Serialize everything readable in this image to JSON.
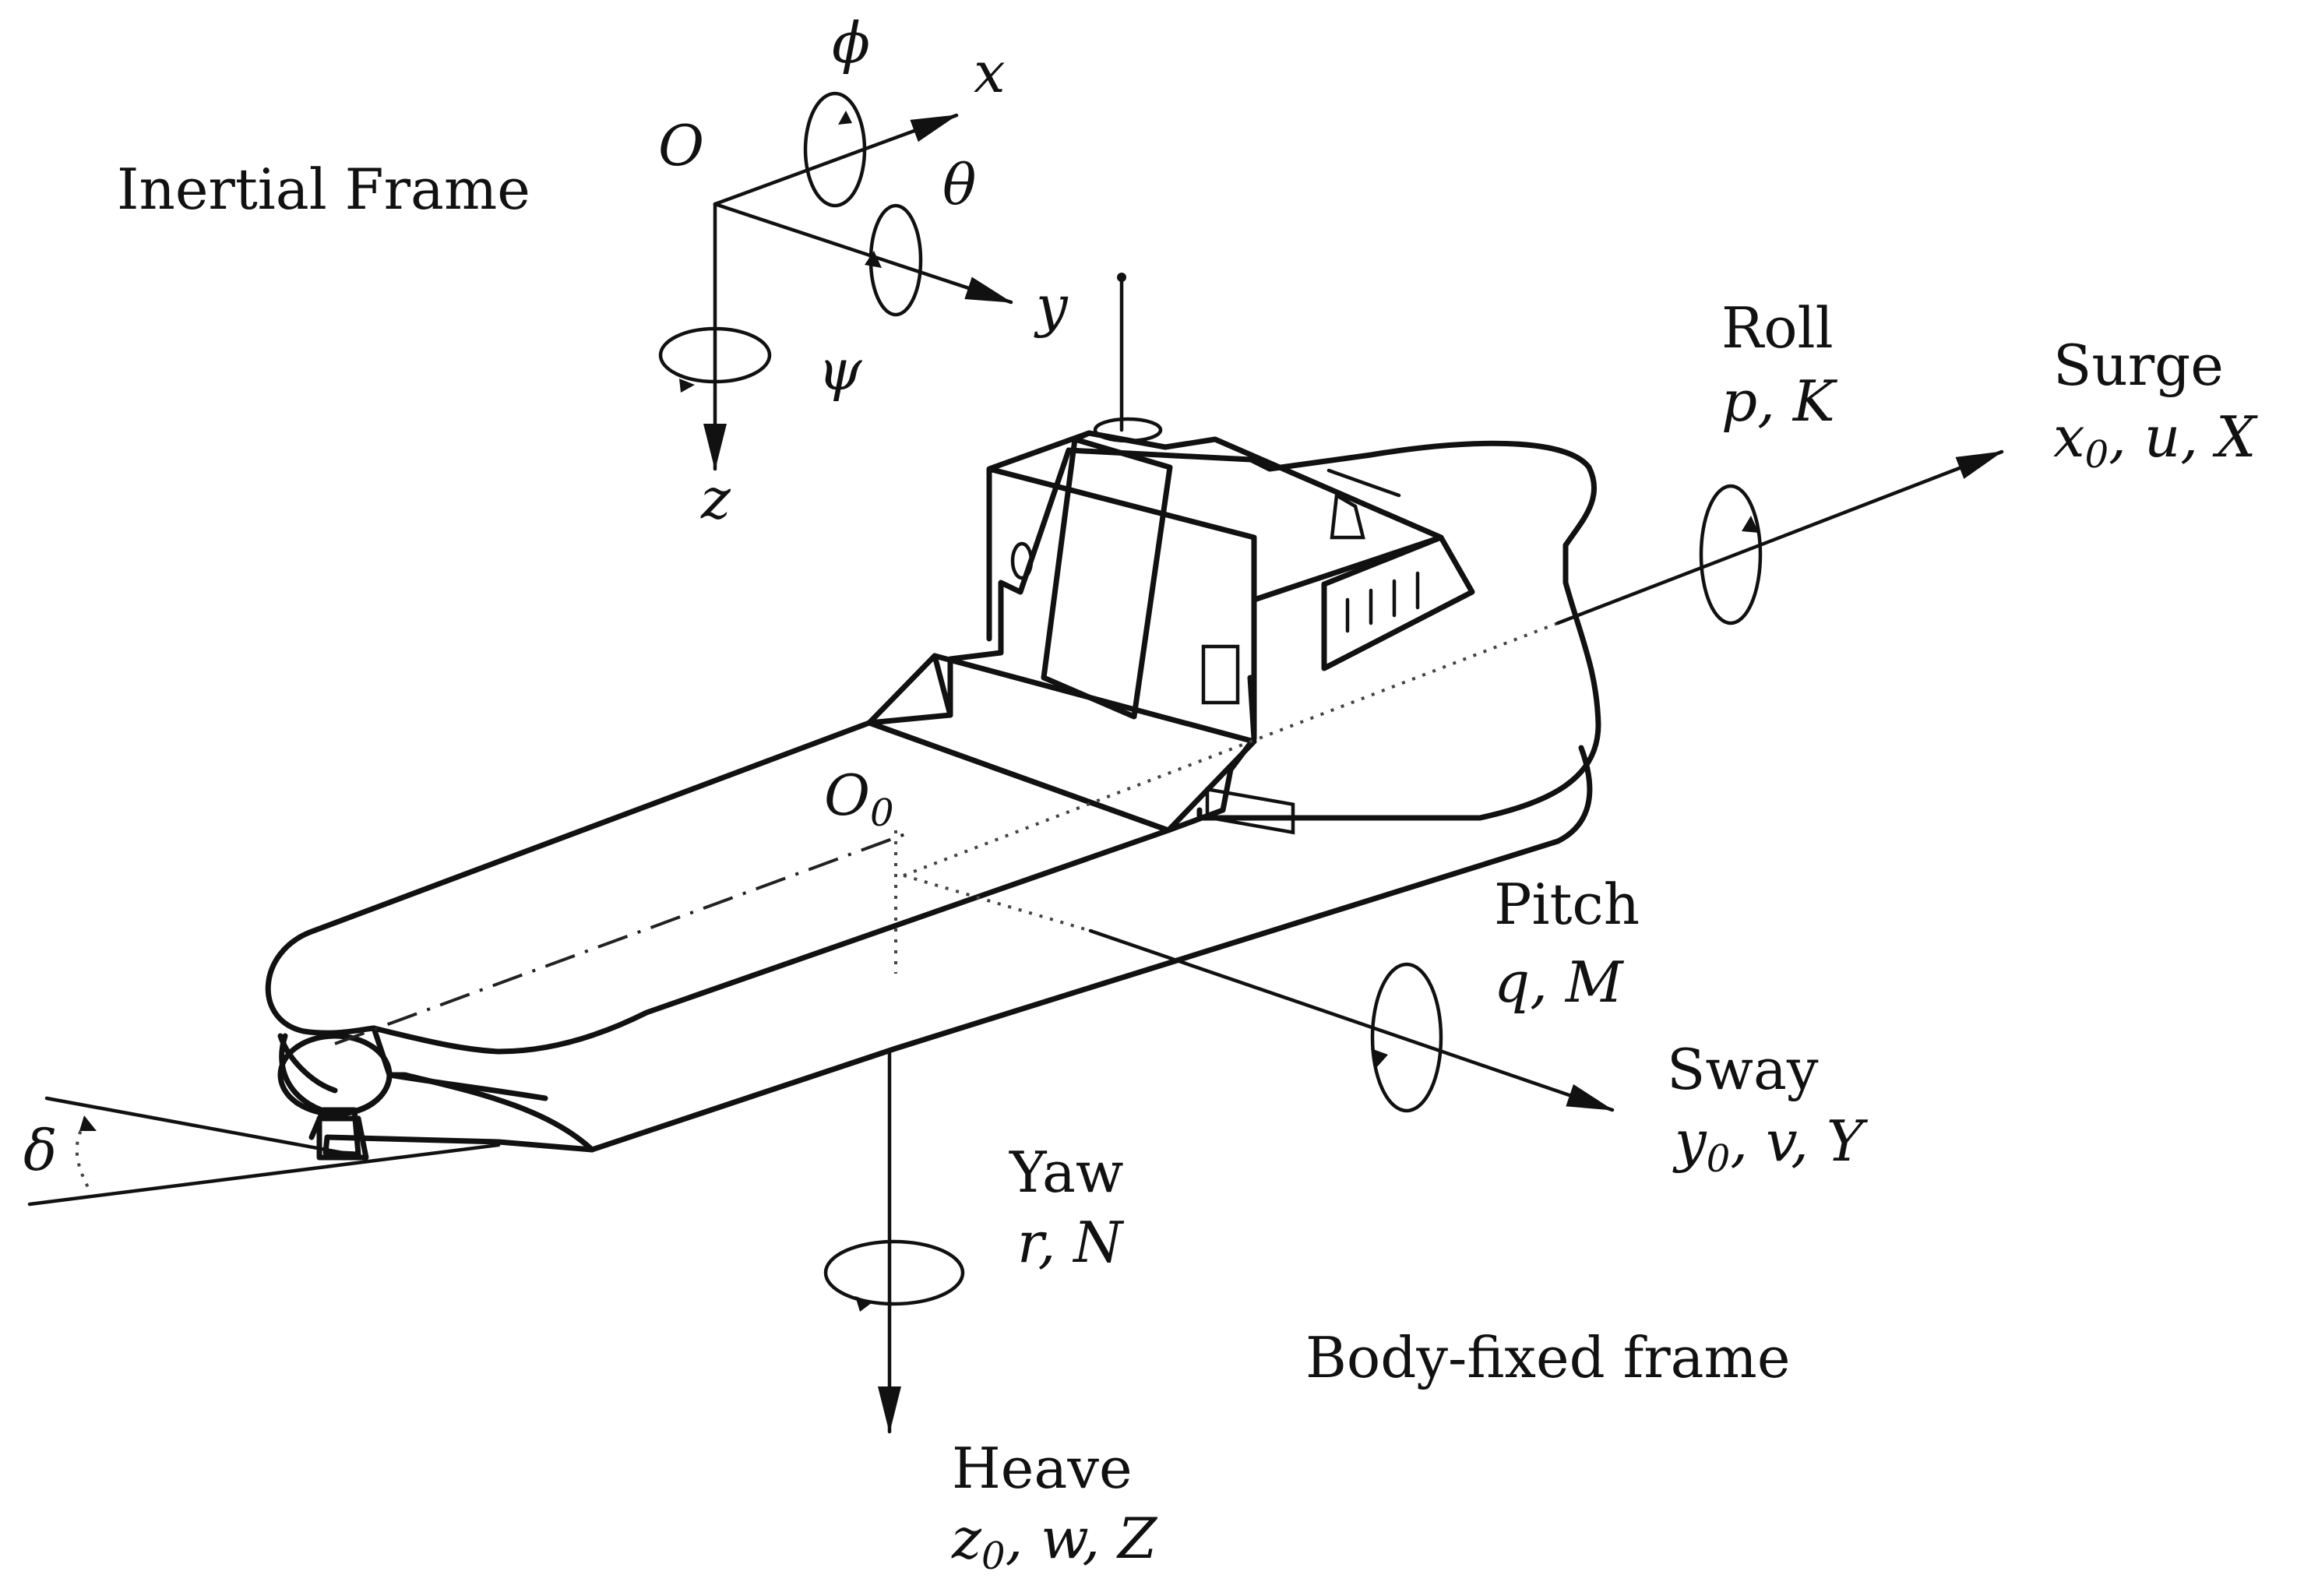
{
  "inertial": {
    "title": "Inertial Frame",
    "origin": "O",
    "x": "x",
    "y": "y",
    "z": "z",
    "phi": "ϕ",
    "theta": "θ",
    "psi": "ψ"
  },
  "body": {
    "origin": "O",
    "origin_sub": "0",
    "frame_label": "Body-fixed frame",
    "delta": "δ"
  },
  "motions": {
    "roll": {
      "name": "Roll",
      "symbols": "p, K"
    },
    "pitch": {
      "name": "Pitch",
      "symbols": "q, M"
    },
    "yaw": {
      "name": "Yaw",
      "symbols": "r, N"
    },
    "surge": {
      "name": "Surge",
      "sym_main": "x",
      "sym_sub": "0",
      "sym_rest": ", u, X"
    },
    "sway": {
      "name": "Sway",
      "sym_main": "y",
      "sym_sub": "0",
      "sym_rest": ", v, Y"
    },
    "heave": {
      "name": "Heave",
      "sym_main": "z",
      "sym_sub": "0",
      "sym_rest": ", w, Z"
    }
  }
}
